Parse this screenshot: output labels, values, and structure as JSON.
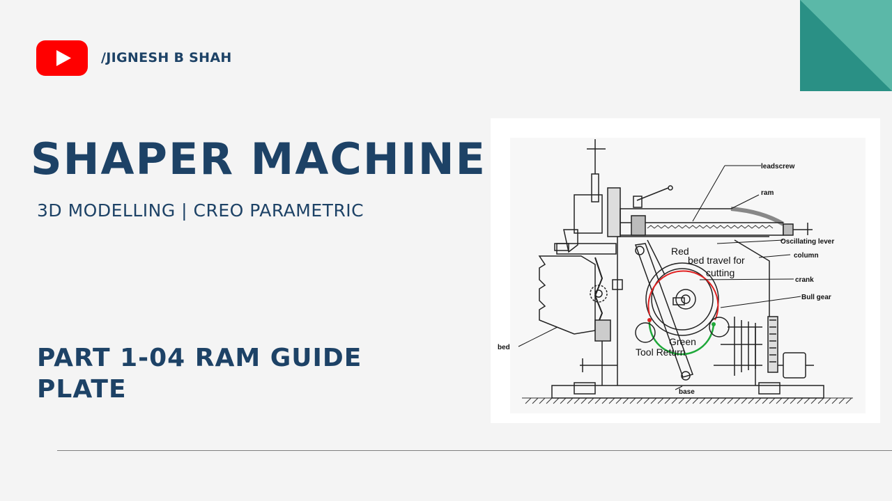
{
  "channel": {
    "name": "/JIGNESH B SHAH",
    "logo_icon": "youtube-play-icon",
    "logo_color": "#ff0000"
  },
  "title": "SHAPER MACHINE",
  "subtitle": "3D MODELLING | CREO PARAMETRIC",
  "part_title": "PART 1-04 RAM GUIDE PLATE",
  "colors": {
    "text": "#1d4266",
    "accent_light": "#5bb8a8",
    "accent_dark": "#2a9085",
    "background": "#f4f4f4"
  },
  "diagram": {
    "labels": {
      "leadscrew": "leadscrew",
      "ram": "ram",
      "oscillating_lever": "Oscillating lever",
      "column": "column",
      "crank": "crank",
      "bull_gear": "Bull gear",
      "bed": "bed",
      "base": "base",
      "red": "Red",
      "bed_travel": "bed travel for",
      "cutting": "cutting",
      "green": "Green",
      "tool_return": "Tool Return"
    }
  }
}
